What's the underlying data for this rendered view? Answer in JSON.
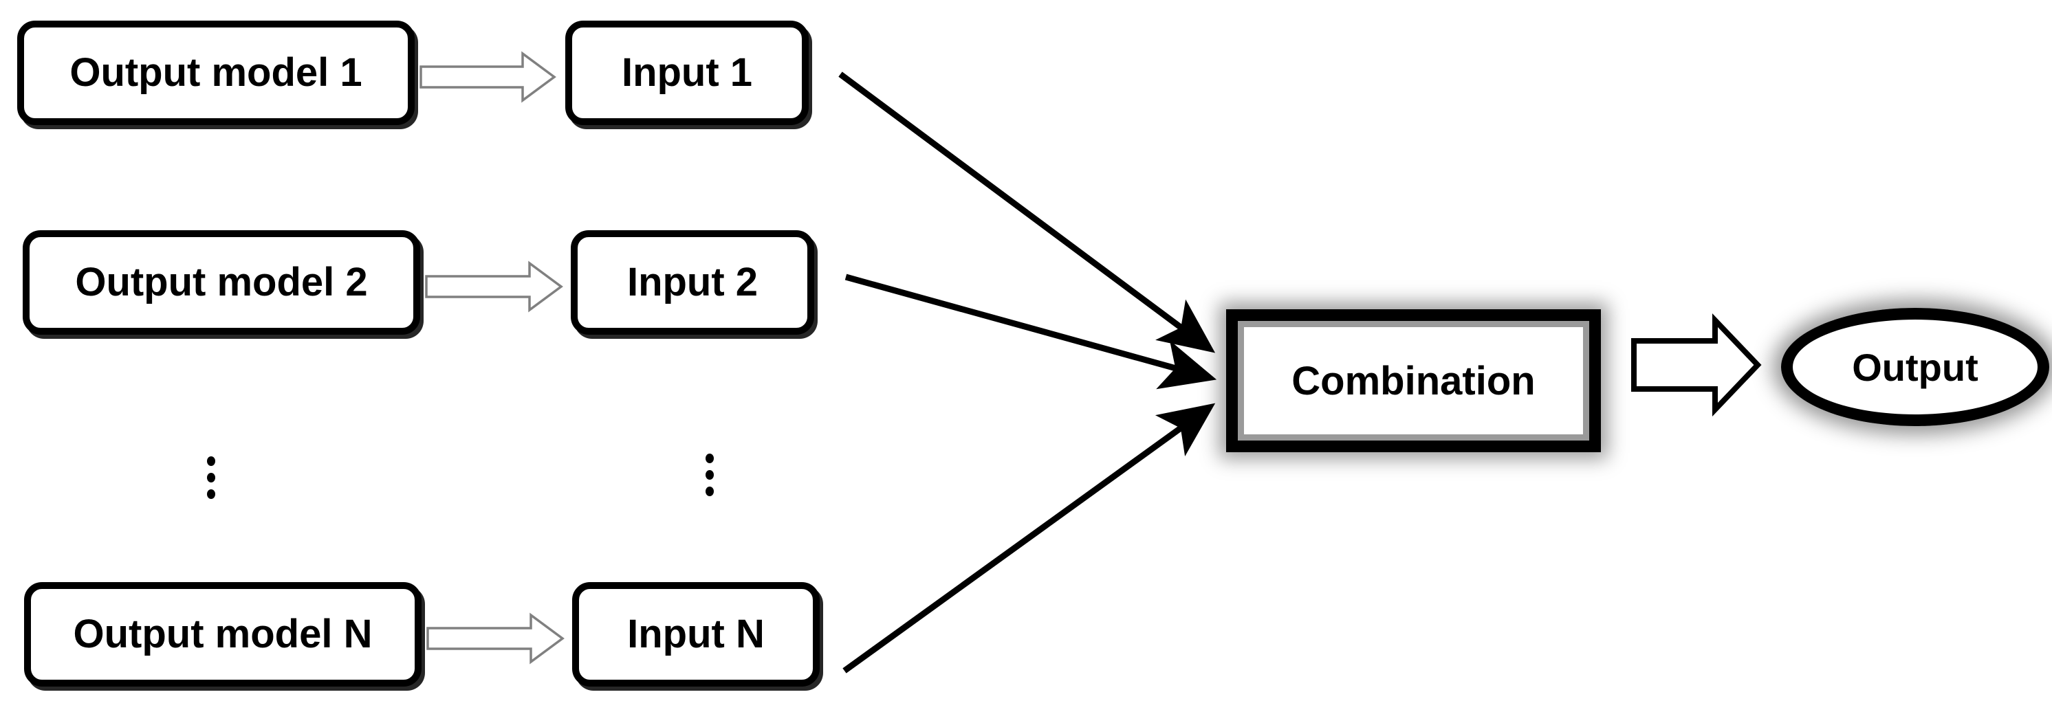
{
  "diagram": {
    "title": "Model output combination diagram",
    "background_color": "#ffffff",
    "stroke_color": "#000000",
    "thin_stroke_color": "#808080",
    "bevel_color": "#9a9a9a"
  },
  "nodes": {
    "models": [
      {
        "id": "model-1",
        "label": "Output model 1"
      },
      {
        "id": "model-2",
        "label": "Output model 2"
      },
      {
        "id": "model-n",
        "label": "Output model N"
      }
    ],
    "inputs": [
      {
        "id": "input-1",
        "label": "Input 1"
      },
      {
        "id": "input-2",
        "label": "Input 2"
      },
      {
        "id": "input-n",
        "label": "Input N"
      }
    ],
    "combination": {
      "id": "combination",
      "label": "Combination"
    },
    "output": {
      "id": "output",
      "label": "Output"
    }
  },
  "ellipsis": {
    "glyph": "vertical-ellipsis",
    "dot_count": 3,
    "columns": [
      "models-column",
      "inputs-column"
    ]
  },
  "connectors": {
    "block_arrows": [
      {
        "id": "model1-to-input1",
        "from": "Output model 1",
        "to": "Input 1",
        "style": "hollow-block-arrow",
        "outline": "#808080"
      },
      {
        "id": "model2-to-input2",
        "from": "Output model 2",
        "to": "Input 2",
        "style": "hollow-block-arrow",
        "outline": "#808080"
      },
      {
        "id": "modeln-to-inputn",
        "from": "Output model N",
        "to": "Input N",
        "style": "hollow-block-arrow",
        "outline": "#808080"
      },
      {
        "id": "combination-to-output",
        "from": "Combination",
        "to": "Output",
        "style": "hollow-block-arrow",
        "outline": "#000000"
      }
    ],
    "line_arrows": [
      {
        "id": "input1-to-combination",
        "from": "Input 1",
        "to": "Combination",
        "style": "solid-line-arrow"
      },
      {
        "id": "input2-to-combination",
        "from": "Input 2",
        "to": "Combination",
        "style": "solid-line-arrow"
      },
      {
        "id": "inputn-to-combination",
        "from": "Input N",
        "to": "Combination",
        "style": "solid-line-arrow"
      }
    ]
  }
}
